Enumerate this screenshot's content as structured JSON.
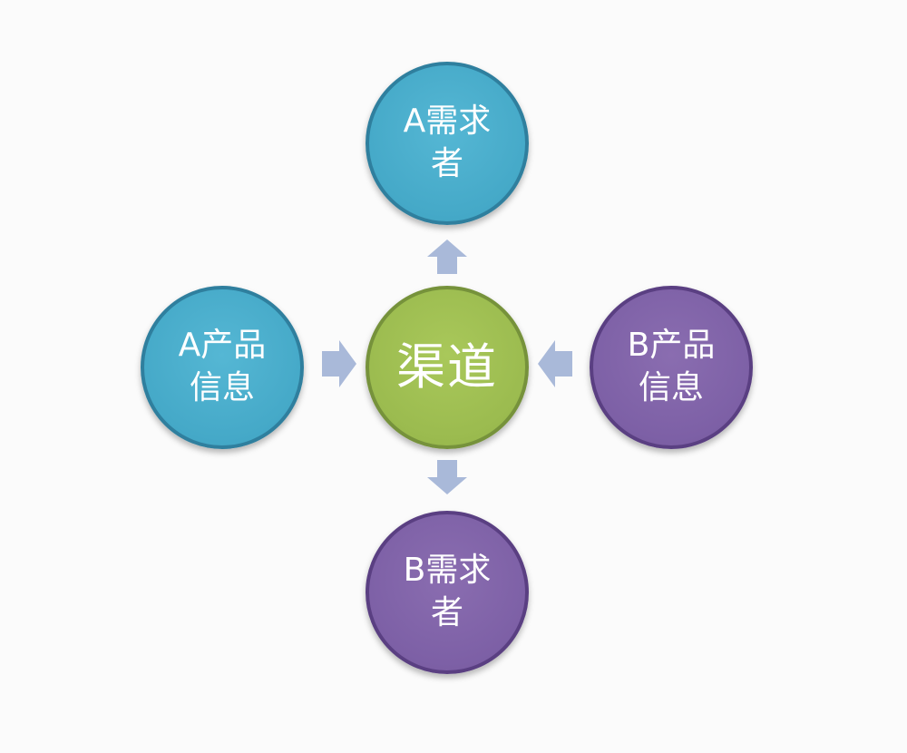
{
  "diagram": {
    "center": {
      "label": "渠道"
    },
    "top": {
      "label": "A需求者"
    },
    "bottom": {
      "label": "B需求者"
    },
    "left": {
      "label": "A产品信息"
    },
    "right": {
      "label": "B产品信息"
    }
  },
  "colors": {
    "blue": "#45a9c8",
    "purple": "#7d60a6",
    "green": "#9bbb4f",
    "arrow": "#a9b9d9"
  }
}
